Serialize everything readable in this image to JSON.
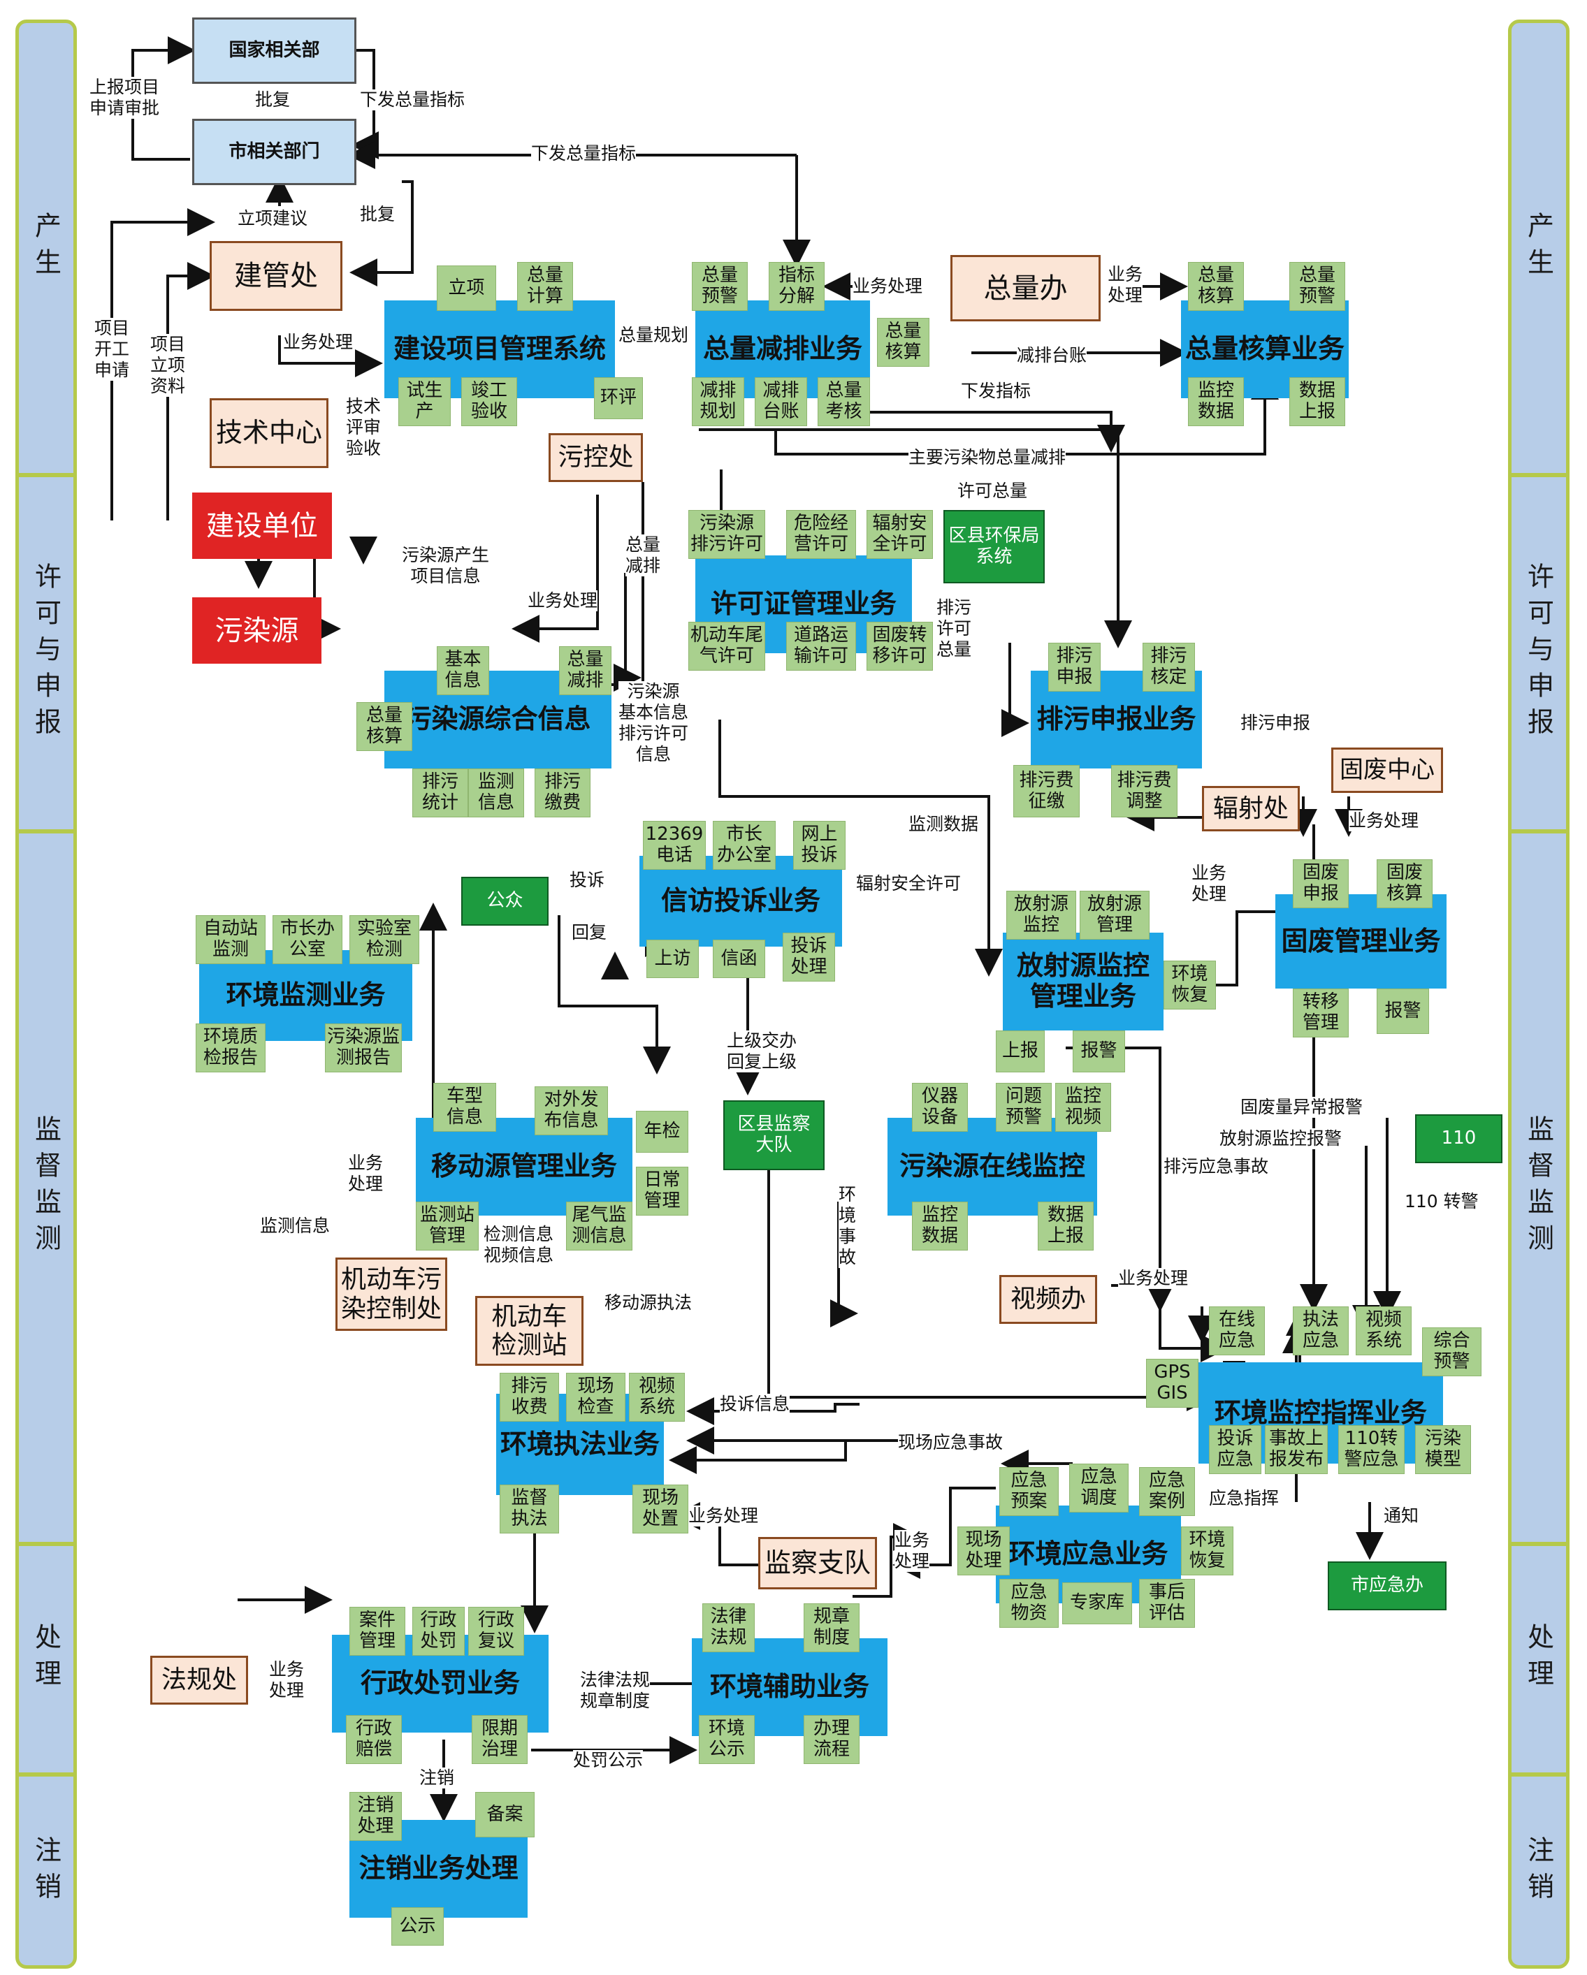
{
  "phases": [
    "产生",
    "许可与申报",
    "监督监测",
    "处理",
    "注销"
  ],
  "main_boxes": {
    "guojia": "国家相关部",
    "shi": "市相关部门",
    "jsxm": "建设项目管理系统",
    "zljp": "总量减排业务",
    "zlhs": "总量核算业务",
    "xkz": "许可证管理业务",
    "wry": "污染源综合信息",
    "pwsb": "排污申报业务",
    "xfts": "信访投诉业务",
    "hjjc": "环境监测业务",
    "fsy": "放射源监控\n管理业务",
    "gfgl": "固废管理业务",
    "ydy": "移动源管理业务",
    "wryzx": "污染源在线监控",
    "jkzh": "环境监控指挥业务",
    "zfyw": "环境执法业务",
    "yjyw": "环境应急业务",
    "xzcf": "行政处罚业务",
    "fzyw": "环境辅助业务",
    "zxyw": "注销业务处理"
  },
  "org_boxes": {
    "jgc": "建管处",
    "jszx": "技术中心",
    "wkc": "污控处",
    "zlb": "总量办",
    "fsc": "辐射处",
    "gfzx": "固废中心",
    "jdc": "机动车污\n染控制处",
    "jdcjcz": "机动车\n检测站",
    "spb": "视频办",
    "jczd": "监察支队",
    "fgc": "法规处"
  },
  "red_boxes": {
    "jsdw": "建设单位",
    "wryr": "污染源"
  },
  "dark_boxes": {
    "qxhb": "区县环保局\n系统",
    "gz": "公众",
    "jcdd": "区县监察\n大队",
    "n110": "110",
    "yjb": "市应急办"
  },
  "sub_boxes": {
    "lx": "立项",
    "zljs": "总量\n计算",
    "ssc": "试生\n产",
    "jgys": "竣工\n验收",
    "hp": "环评",
    "zlyj": "总量\n预警",
    "zbfj": "指标\n分解",
    "zlhs2": "总量\n核算",
    "jpgh": "减排\n规划",
    "jptz": "减排\n台账",
    "zlkh": "总量\n考核",
    "zlhs3": "总量\n核算",
    "zlyj2": "总量\n预警",
    "jksj": "监控\n数据",
    "sjsb": "数据\n上报",
    "wrypw": "污染源\n排污许可",
    "wxj": "危险经\n营许可",
    "fsaq": "辐射安\n全许可",
    "jdcwq": "机动车尾\n气许可",
    "dlys": "道路运\n输许可",
    "gfzy": "固废转\n移许可",
    "jbxx": "基本\n信息",
    "zljp2": "总量\n减排",
    "zlhs4": "总量\n核算",
    "pwtj": "排污\n统计",
    "jcxx": "监测\n信息",
    "pwjf": "排污\n缴费",
    "pwsb2": "排污\n申报",
    "pwhd": "排污\n核定",
    "pwfzj": "排污费\n征缴",
    "pwftz": "排污费\n调整",
    "dh": "12369\n电话",
    "szbgs": "市长\n办公室",
    "wsts": "网上\n投诉",
    "sf": "上访",
    "xh": "信函",
    "tscl": "投诉\n处理",
    "zdz": "自动站\n监测",
    "szbgs2": "市长办\n公室",
    "sys": "实验室\n检测",
    "hjzl": "环境质\n检报告",
    "wryjc": "污染源监\n测报告",
    "fsyjk": "放射源\n监控",
    "fsygl": "放射源\n管理",
    "hjhf": "环境\n恢复",
    "sb": "上报",
    "bj": "报警",
    "gfsb": "固废\n申报",
    "gfhs": "固废\n核算",
    "zygl": "转移\n管理",
    "bj2": "报警",
    "cxxx": "车型\n信息",
    "dwfb": "对外发\n布信息",
    "nj": "年检",
    "rcgl": "日常\n管理",
    "jczgl": "监测站\n管理",
    "wqjc": "尾气监\n测信息",
    "yqsb": "仪器\n设备",
    "wtyj": "问题\n预警",
    "jksp": "监控\n视频",
    "jksj2": "监控\n数据",
    "sjsb2": "数据\n上报",
    "zxyj": "在线\n应急",
    "zfyj": "执法\n应急",
    "spxt": "视频\n系统",
    "zhyj": "综合\n预警",
    "gps": "GPS\nGIS",
    "tsyj": "投诉\n应急",
    "sgsb": "事故上\n报发布",
    "zjyj": "110转\n警应急",
    "wrmx": "污染\n模型",
    "pwsf": "排污\n收费",
    "xcjc": "现场\n检查",
    "spxt2": "视频\n系统",
    "jdzf": "监督\n执法",
    "xccz": "现场\n处置",
    "yjya": "应急\n预案",
    "yjdd": "应急\n调度",
    "yjal": "应急\n案例",
    "xccl": "现场\n处理",
    "hjhf2": "环境\n恢复",
    "yjwz": "应急\n物资",
    "zjk": "专家库",
    "shpg": "事后\n评估",
    "ajgl": "案件\n管理",
    "xzcf2": "行政\n处罚",
    "xzfy": "行政\n复议",
    "xzpc": "行政\n赔偿",
    "xqzl": "限期\n治理",
    "flfg": "法律\n法规",
    "gzzd": "规章\n制度",
    "hjgs": "环境\n公示",
    "blc": "办理\n流程",
    "zxcl": "注销\n处理",
    "ba": "备案",
    "gs": "公示"
  },
  "labels": {
    "l1": "上报项目\n申请审批",
    "l2": "批复",
    "l3": "下发总量指标",
    "l4": "下发总量指标",
    "l5": "立项建议",
    "l6": "批复",
    "l7": "项目\n开工\n申请",
    "l8": "项目\n立项\n资料",
    "l9": "业务处理",
    "l10": "总量规划",
    "l11": "技术\n评审\n验收",
    "l12": "业务处理",
    "l13": "业务\n处理",
    "l14": "减排台账",
    "l15": "下发指标",
    "l16": "主要污染物总量减排",
    "l17": "许可总量",
    "l18": "污染源产生\n项目信息",
    "l19": "业务处理",
    "l20": "总量\n减排",
    "l21": "污染源\n基本信息\n排污许可\n信息",
    "l22": "排污\n许可\n总量",
    "l23": "排污申报",
    "l24": "业务处理",
    "l25": "监测数据",
    "l26": "投诉",
    "l27": "回复",
    "l28": "辐射安全许可",
    "l29": "业务\n处理",
    "l30": "上级交办\n回复上级",
    "l31": "业务\n处理",
    "l32": "监测信息",
    "l33": "固废量异常报警",
    "l34": "放射源监控报警",
    "l35": "排污应急事故",
    "l36": "110 转警",
    "l37": "环\n境\n事\n故",
    "l38": "业务处理",
    "l39": "检测信息\n视频信息",
    "l40": "移动源执法",
    "l41": "投诉信息",
    "l42": "现场应急事故",
    "l43": "业务处理",
    "l44": "应急指挥",
    "l45": "通知",
    "l46": "业务\n处理",
    "l47": "业务\n处理",
    "l48": "法律法规\n规章制度",
    "l49": "处罚公示",
    "l50": "注销"
  }
}
